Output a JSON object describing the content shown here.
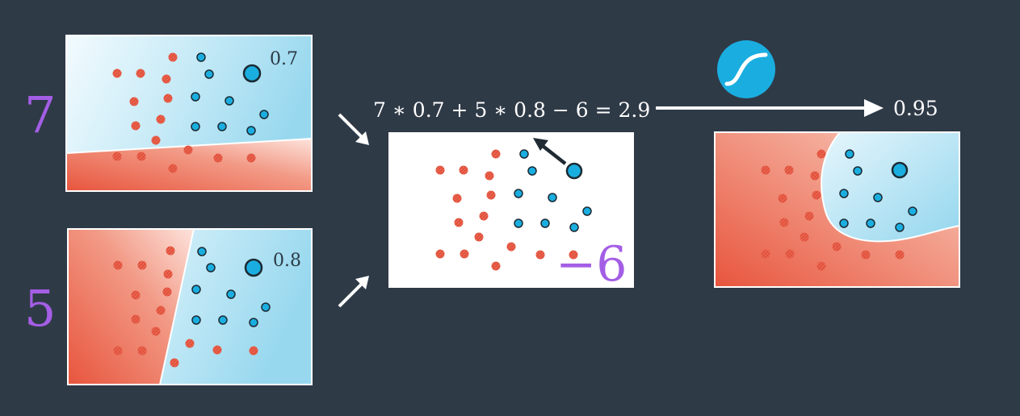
{
  "weights": {
    "top": "7",
    "bottom": "5"
  },
  "probabilities": {
    "top": "0.7",
    "bottom": "0.8"
  },
  "bias": "−6",
  "equation": "7 ∗ 0.7 + 5 ∗ 0.8 − 6 = 2.9",
  "output": "0.95",
  "icons": {
    "activation": "sigmoid-icon",
    "arrow": "arrow-icon"
  },
  "colors": {
    "background": "#2f3a47",
    "red_point": "#e2513c",
    "blue_point": "#1aaee0",
    "weight_label": "#a45ee5",
    "red_region": "#ef6b54",
    "blue_region": "#a9def0"
  }
}
